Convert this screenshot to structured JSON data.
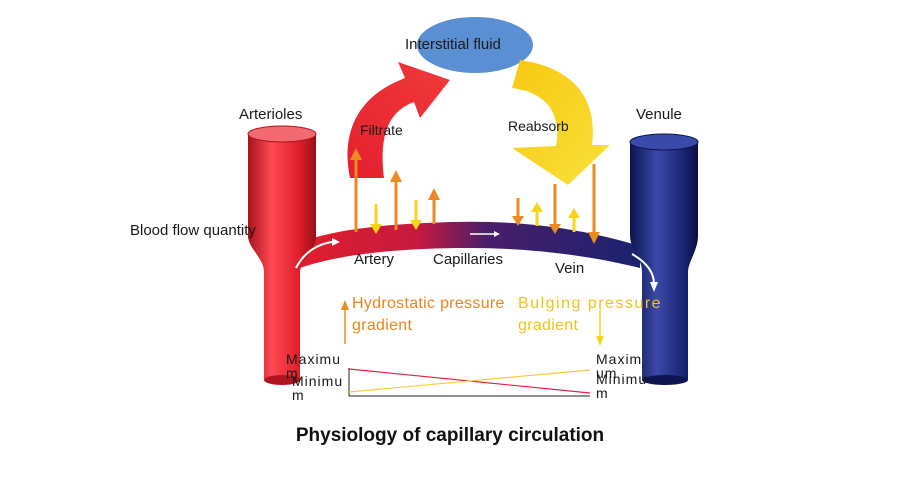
{
  "labels": {
    "interstitial_fluid": "Interstitial fluid",
    "arterioles": "Arterioles",
    "venule": "Venule",
    "filtrate": "Filtrate",
    "reabsorb": "Reabsorb",
    "blood_flow_quantity": "Blood flow quantity",
    "artery": "Artery",
    "capillaries": "Capillaries",
    "vein": "Vein",
    "hydrostatic_pressure": "Hydrostatic pressure",
    "hydrostatic_gradient": "gradient",
    "bulging_pressure": "Bulging pressure",
    "bulging_gradient": "gradient",
    "left_max_line1": "Maximu",
    "left_max_line2": "m",
    "left_min_line1": "Minimu",
    "left_min_line2": "m",
    "right_max_line1": "Maxim",
    "right_max_line2": "um",
    "right_min_line1": "Minimu",
    "right_min_line2": "m"
  },
  "title": "Physiology of capillary circulation",
  "colors": {
    "artery_red": "#e52330",
    "vein_blue": "#1c2a78",
    "interstitial_blue": "#5a8fd4",
    "filtrate_red": "#e4202e",
    "reabsorb_yellow": "#f7d419",
    "orange_arrow": "#ee8a22",
    "yellow_arrow": "#f7d419",
    "hydrostatic_line": "#e0204a",
    "bulging_line": "#f0d040"
  },
  "icons": [
    "up-arrow-icon",
    "down-arrow-icon",
    "curved-arrow-icon"
  ]
}
